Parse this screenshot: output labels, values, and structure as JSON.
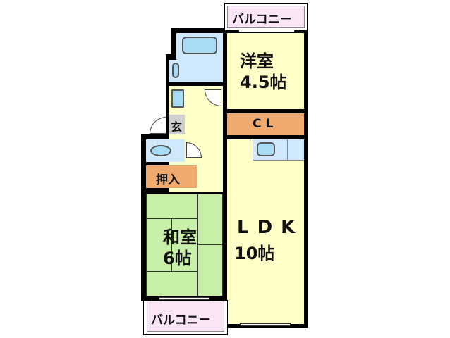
{
  "rooms": {
    "balcony_top": "バルコニー",
    "western_room": "洋室",
    "western_size": "4.5帖",
    "closet": "CL",
    "entrance": "玄",
    "oshiire": "押入",
    "japanese_room": "和室",
    "japanese_size": "6帖",
    "ldk": "LDK",
    "ldk_size": "10帖",
    "balcony_bottom": "バルコニー"
  },
  "colors": {
    "yellow": "#ffffc8",
    "orange": "#f0aa6e",
    "green": "#c8f0a8",
    "pink": "#fbe6f8",
    "blue": "#cfe8fb",
    "gray": "#d0d0d0"
  }
}
